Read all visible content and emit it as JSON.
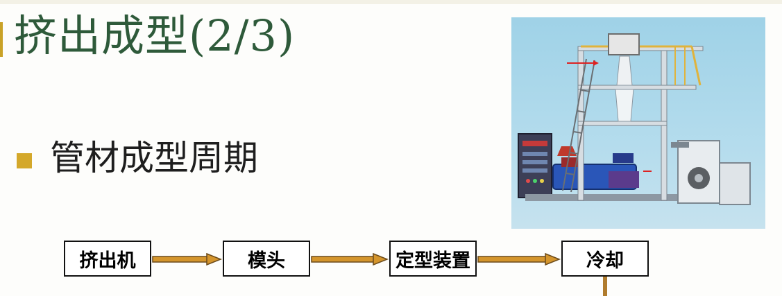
{
  "slide": {
    "title": "挤出成型(2/3)",
    "bullet": "管材成型周期"
  },
  "flow": {
    "steps": [
      "挤出机",
      "模头",
      "定型装置",
      "冷却"
    ]
  },
  "photo": {
    "icon": "blown-film-extrusion-machine-photo"
  },
  "colors": {
    "title": "#2e5a3a",
    "bullet": "#d4a82a",
    "arrow_fill": "#d4952c",
    "arrow_edge": "#6b4a1a",
    "photo_bg": "#a9d6ea"
  }
}
